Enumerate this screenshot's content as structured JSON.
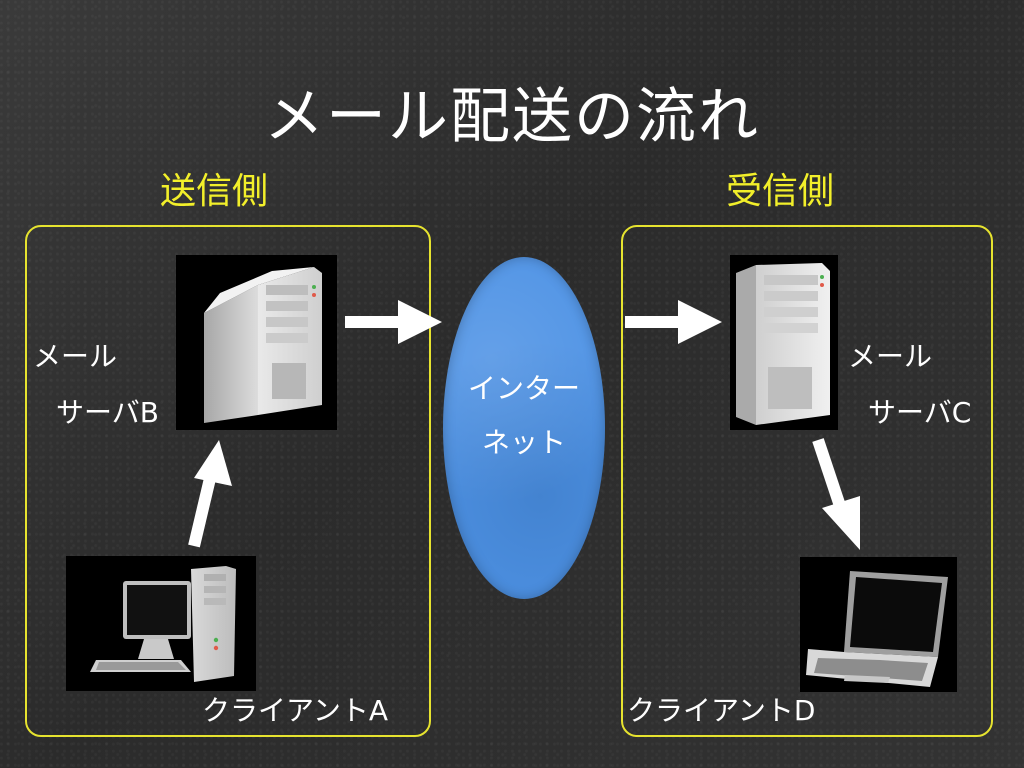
{
  "slide": {
    "title": "メール配送の流れ",
    "sender_side_label": "送信側",
    "receiver_side_label": "受信側",
    "internet_label_line1": "インター",
    "internet_label_line2": "ネット",
    "nodes": {
      "server_b_line1": "メール",
      "server_b_line2": "サーバB",
      "server_c_line1": "メール",
      "server_c_line2": "サーバC",
      "client_a": "クライアントA",
      "client_d": "クライアントD"
    },
    "colors": {
      "accent_yellow": "#f2ef2a",
      "internet_blue": "#4f93e5",
      "arrow_white": "#ffffff"
    }
  }
}
